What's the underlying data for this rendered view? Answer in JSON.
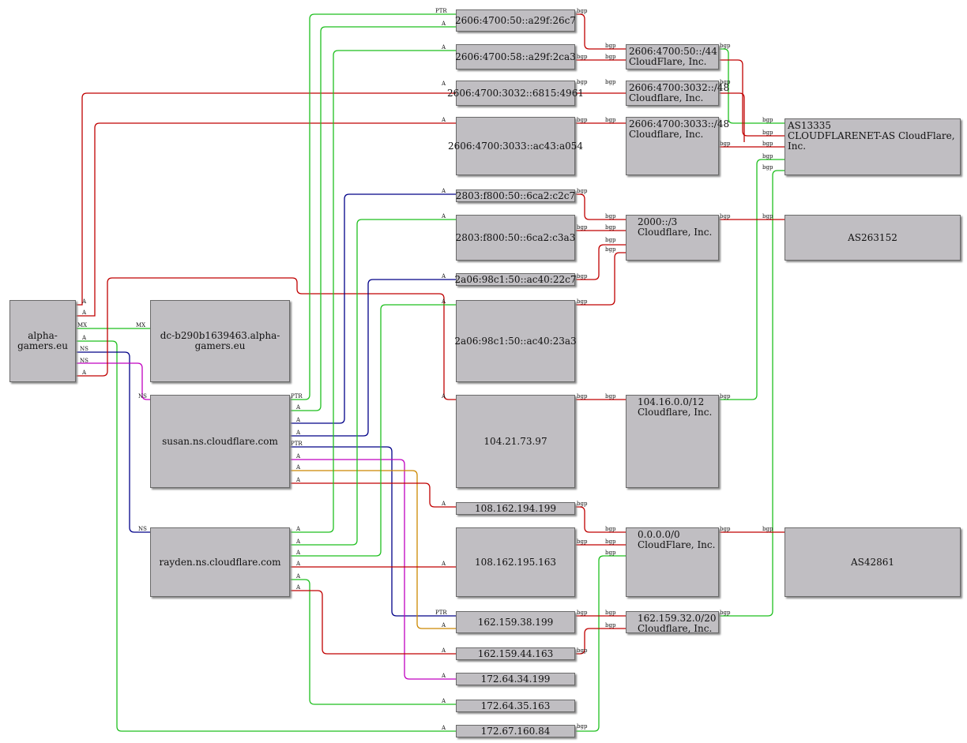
{
  "nodes": {
    "alpha": "alpha-gamers.eu",
    "dc": "dc-b290b1639463.alpha-gamers.eu",
    "susan": "susan.ns.cloudflare.com",
    "rayden": "rayden.ns.cloudflare.com",
    "ip_a29f_26c7": "2606:4700:50::a29f:26c7",
    "ip_a29f_2ca3": "2606:4700:58::a29f:2ca3",
    "ip_6815_4961": "2606:4700:3032::6815:4961",
    "ip_ac43_a054": "2606:4700:3033::ac43:a054",
    "ip_6ca2_c2c7": "2803:f800:50::6ca2:c2c7",
    "ip_6ca2_c3a3": "2803:f800:50::6ca2:c3a3",
    "ip_ac40_22c7": "2a06:98c1:50::ac40:22c7",
    "ip_ac40_23a3": "2a06:98c1:50::ac40:23a3",
    "ip_104_21": "104.21.73.97",
    "ip_108_194": "108.162.194.199",
    "ip_108_195": "108.162.195.163",
    "ip_162_38": "162.159.38.199",
    "ip_162_44": "162.159.44.163",
    "ip_172_34": "172.64.34.199",
    "ip_172_35": "172.64.35.163",
    "ip_172_67": "172.67.160.84",
    "pfx_50_44": {
      "line1": "2606:4700:50::/44",
      "line2": "CloudFlare, Inc."
    },
    "pfx_3032_48": {
      "line1": "2606:4700:3032::/48",
      "line2": "Cloudflare, Inc."
    },
    "pfx_3033_48": {
      "line1": "2606:4700:3033::/48",
      "line2": "Cloudflare, Inc."
    },
    "pfx_2000_3": {
      "line1": "2000::/3",
      "line2": "Cloudflare, Inc."
    },
    "pfx_104_12": {
      "line1": "104.16.0.0/12",
      "line2": "Cloudflare, Inc."
    },
    "pfx_0_0": {
      "line1": "0.0.0.0/0",
      "line2": "CloudFlare, Inc."
    },
    "pfx_162_20": {
      "line1": "162.159.32.0/20",
      "line2": "Cloudflare, Inc."
    },
    "as13335": {
      "line1": "AS13335",
      "line2": "CLOUDFLARENET-AS CloudFlare, Inc."
    },
    "as263152": "AS263152",
    "as42861": "AS42861"
  },
  "edge_labels": {
    "a": "A",
    "mx": "MX",
    "ns": "NS",
    "ptr": "PTR",
    "bgp": "bgp"
  },
  "colors": {
    "node_fill": "#c0bec2",
    "red": "#c00000",
    "green": "#1fbf1f",
    "blue": "#000088",
    "magenta": "#c000c0",
    "orange": "#cc8800"
  }
}
